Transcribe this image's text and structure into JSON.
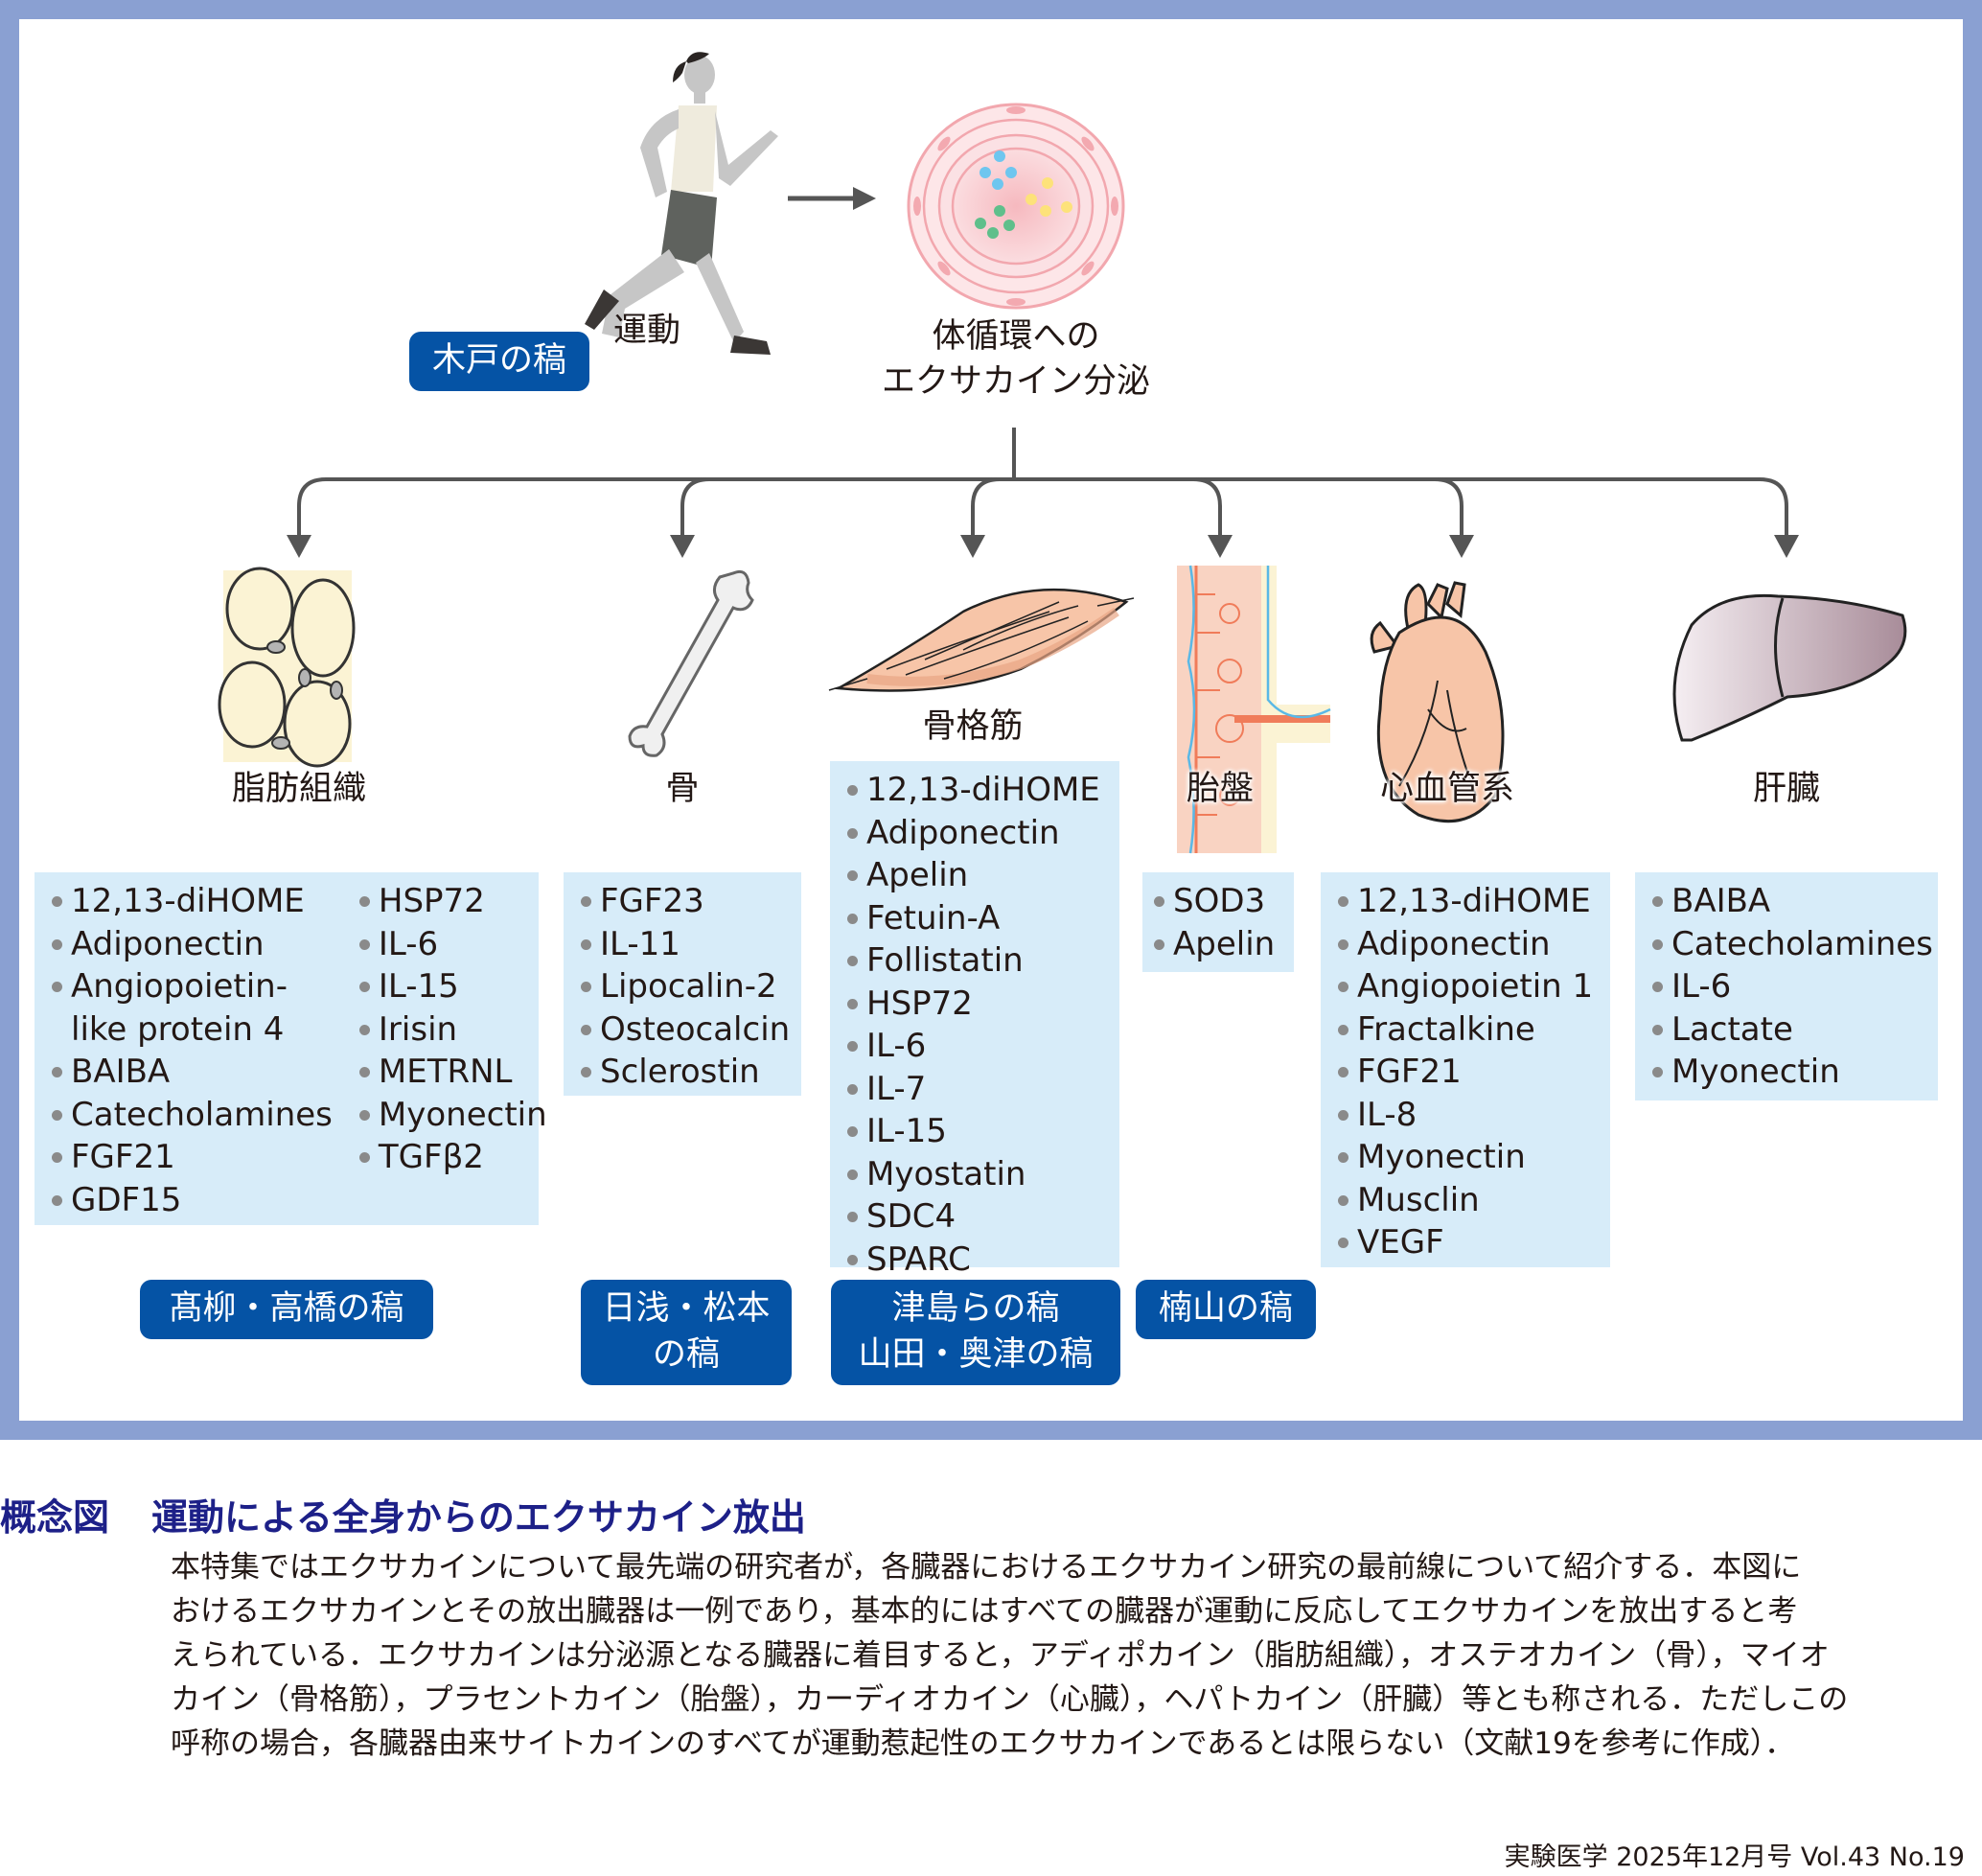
{
  "colors": {
    "frame": "#8aa0d2",
    "badge": "#0553a5",
    "list_box": "#d7ecf9",
    "caption_title": "#1d2088",
    "arrow": "#555555"
  },
  "top": {
    "exercise_label": "運動",
    "exercise_author_badge": "木戸の稿",
    "secretion_label_line1": "体循環への",
    "secretion_label_line2": "エクサカイン分泌",
    "icons": {
      "runner": "runner-icon",
      "blood_vessel": "blood-vessel-icon",
      "arrow": "arrow-right-icon"
    }
  },
  "organs": [
    {
      "name": "脂肪組織",
      "icon": "adipose-tissue-icon",
      "columns": [
        [
          "12,13-diHOME",
          "Adiponectin",
          "Angiopoietin-",
          "like protein 4",
          "BAIBA",
          "Catecholamines",
          "FGF21",
          "GDF15"
        ],
        [
          "HSP72",
          "IL-6",
          "IL-15",
          "Irisin",
          "METRNL",
          "Myonectin",
          "TGFβ2"
        ]
      ],
      "badge_lines": [
        "髙柳・高橋の稿"
      ]
    },
    {
      "name": "骨",
      "icon": "bone-icon",
      "items": [
        "FGF23",
        "IL-11",
        "Lipocalin-2",
        "Osteocalcin",
        "Sclerostin"
      ],
      "badge_lines": [
        "日浅・松本",
        "の稿"
      ]
    },
    {
      "name": "骨格筋",
      "icon": "muscle-icon",
      "items": [
        "12,13-diHOME",
        "Adiponectin",
        "Apelin",
        "Fetuin-A",
        "Follistatin",
        "HSP72",
        "IL-6",
        "IL-7",
        "IL-15",
        "Myostatin",
        "SDC4",
        "SPARC"
      ],
      "badge_lines": [
        "津島らの稿",
        "山田・奥津の稿"
      ]
    },
    {
      "name": "胎盤",
      "icon": "placenta-icon",
      "items": [
        "SOD3",
        "Apelin"
      ],
      "badge_lines": [
        "楠山の稿"
      ]
    },
    {
      "name": "心血管系",
      "icon": "heart-icon",
      "items": [
        "12,13-diHOME",
        "Adiponectin",
        "Angiopoietin 1",
        "Fractalkine",
        "FGF21",
        "IL-8",
        "Myonectin",
        "Musclin",
        "VEGF"
      ],
      "badge_lines": []
    },
    {
      "name": "肝臓",
      "icon": "liver-icon",
      "items": [
        "BAIBA",
        "Catecholamines",
        "IL-6",
        "Lactate",
        "Myonectin"
      ],
      "badge_lines": []
    }
  ],
  "caption": {
    "label": "概念図",
    "title": "運動による全身からのエクサカイン放出",
    "lines": [
      "本特集ではエクサカインについて最先端の研究者が，各臓器におけるエクサカイン研究の最前線について紹介する．本図に",
      "おけるエクサカインとその放出臓器は一例であり，基本的にはすべての臓器が運動に反応してエクサカインを放出すると考",
      "えられている．エクサカインは分泌源となる臓器に着目すると，アディポカイン（脂肪組織），オステオカイン（骨），マイオ",
      "カイン（骨格筋），プラセントカイン（胎盤），カーディオカイン（心臓），ヘパトカイン（肝臓）等とも称される．ただしこの",
      "呼称の場合，各臓器由来サイトカインのすべてが運動惹起性のエクサカインであるとは限らない（文献19を参考に作成）．"
    ]
  },
  "footer": "実験医学 2025年12月号 Vol.43 No.19"
}
